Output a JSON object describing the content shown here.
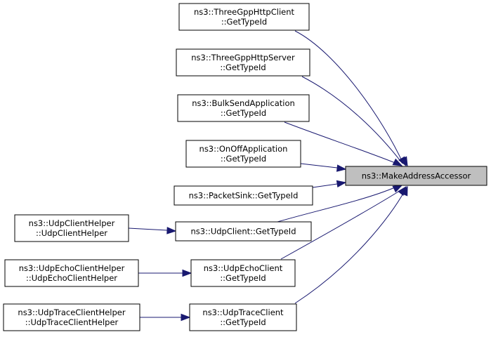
{
  "graph": {
    "focus": {
      "id": "mkaddr",
      "lines": [
        "ns3::MakeAddressAccessor"
      ]
    },
    "nodes": [
      {
        "id": "tgpp_client",
        "lines": [
          "ns3::ThreeGppHttpClient",
          "::GetTypeId"
        ]
      },
      {
        "id": "tgpp_server",
        "lines": [
          "ns3::ThreeGppHttpServer",
          "::GetTypeId"
        ]
      },
      {
        "id": "bulksend",
        "lines": [
          "ns3::BulkSendApplication",
          "::GetTypeId"
        ]
      },
      {
        "id": "onoff",
        "lines": [
          "ns3::OnOffApplication",
          "::GetTypeId"
        ]
      },
      {
        "id": "packetsink",
        "lines": [
          "ns3::PacketSink::GetTypeId"
        ]
      },
      {
        "id": "udpclient",
        "lines": [
          "ns3::UdpClient::GetTypeId"
        ]
      },
      {
        "id": "udpecho",
        "lines": [
          "ns3::UdpEchoClient",
          "::GetTypeId"
        ]
      },
      {
        "id": "udptrace",
        "lines": [
          "ns3::UdpTraceClient",
          "::GetTypeId"
        ]
      },
      {
        "id": "udpclienthelper",
        "lines": [
          "ns3::UdpClientHelper",
          "::UdpClientHelper"
        ]
      },
      {
        "id": "udpechohelper",
        "lines": [
          "ns3::UdpEchoClientHelper",
          "::UdpEchoClientHelper"
        ]
      },
      {
        "id": "udptracehelper",
        "lines": [
          "ns3::UdpTraceClientHelper",
          "::UdpTraceClientHelper"
        ]
      }
    ],
    "edges": [
      {
        "from": "tgpp_client",
        "to": "mkaddr"
      },
      {
        "from": "tgpp_server",
        "to": "mkaddr"
      },
      {
        "from": "bulksend",
        "to": "mkaddr"
      },
      {
        "from": "onoff",
        "to": "mkaddr"
      },
      {
        "from": "packetsink",
        "to": "mkaddr"
      },
      {
        "from": "udpclient",
        "to": "mkaddr"
      },
      {
        "from": "udpecho",
        "to": "mkaddr"
      },
      {
        "from": "udptrace",
        "to": "mkaddr"
      },
      {
        "from": "udpclienthelper",
        "to": "udpclient"
      },
      {
        "from": "udpechohelper",
        "to": "udpecho"
      },
      {
        "from": "udptracehelper",
        "to": "udptrace"
      }
    ],
    "colors": {
      "edge": "#191970",
      "focus_fill": "#bfbfbf",
      "node_fill": "#ffffff",
      "node_border": "#000000"
    }
  }
}
